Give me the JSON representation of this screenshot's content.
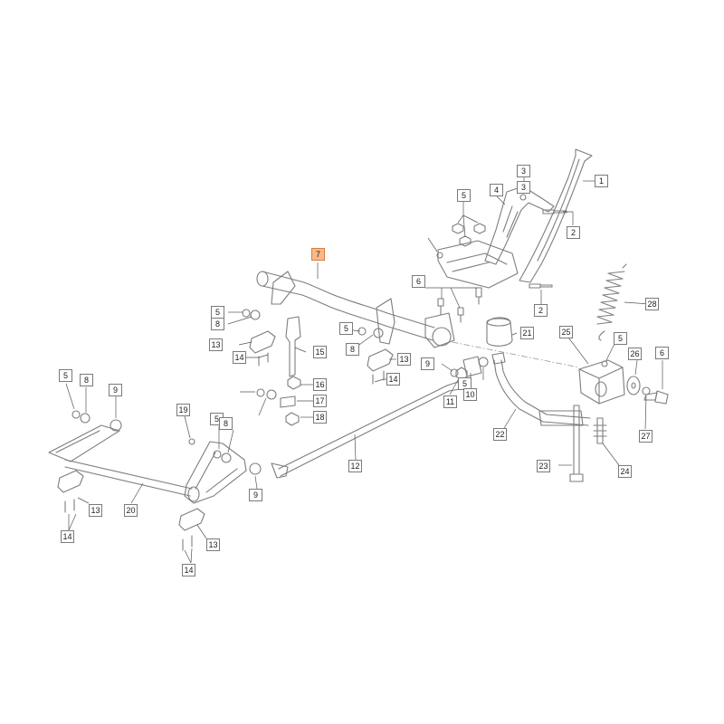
{
  "colors": {
    "line": "#7d7d7d",
    "leader": "#555555",
    "highlight_fill": "#f6b98a",
    "highlight_border": "#e07b3c",
    "dash": "#9a9a9a"
  },
  "highlighted_part": "7",
  "callouts": [
    "1",
    "2",
    "2",
    "3",
    "3",
    "4",
    "5",
    "5",
    "5",
    "5",
    "5",
    "5",
    "5",
    "6",
    "6",
    "7",
    "8",
    "8",
    "8",
    "8",
    "9",
    "9",
    "9",
    "10",
    "11",
    "12",
    "13",
    "13",
    "13",
    "13",
    "14",
    "14",
    "14",
    "14",
    "15",
    "16",
    "17",
    "18",
    "19",
    "20",
    "21",
    "22",
    "23",
    "24",
    "25",
    "26",
    "27",
    "28"
  ]
}
